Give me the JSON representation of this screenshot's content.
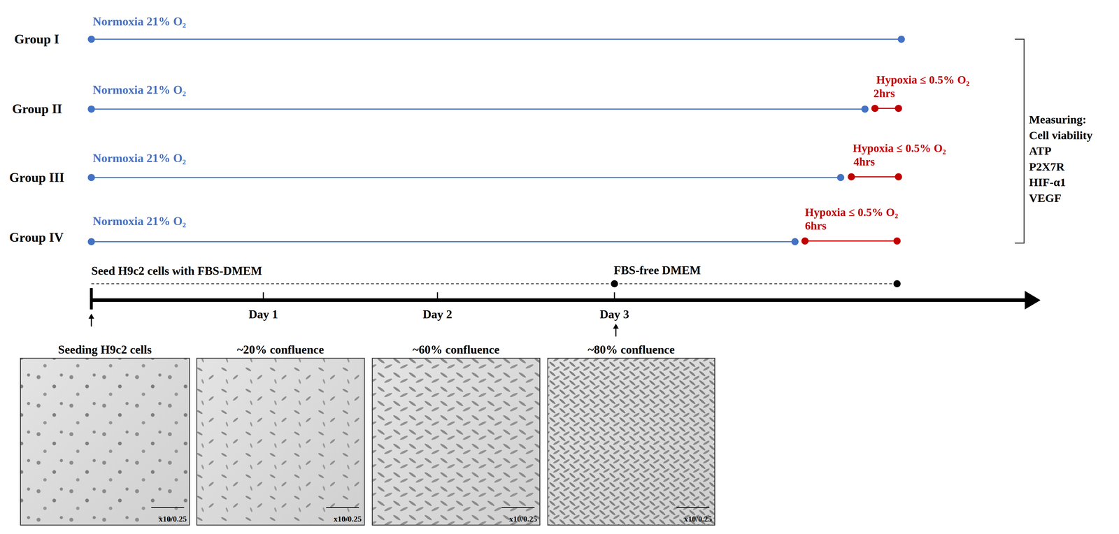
{
  "diagram": {
    "nodes": [
      {
        "text": [
          "Seeding H9c2 cells",
          "x10/0.25"
        ]
      },
      {
        "text": [
          "~20% confluence",
          "x10/0.25"
        ]
      },
      {
        "text": [
          "~60% confluence",
          "x10/0.25"
        ]
      },
      {
        "text": [
          "~80% confluence",
          "x10/0.25"
        ]
      }
    ],
    "labels": [
      "Group I",
      "Normoxia 21% O₂",
      "Group II",
      "Normoxia 21% O₂",
      "Hypoxia ≤ 0.5% O₂",
      "2hrs",
      "Group III",
      "Normoxia 21% O₂",
      "Hypoxia ≤ 0.5% O₂",
      "4hrs",
      "Group IV",
      "Normoxia 21% O₂",
      "Hypoxia ≤ 0.5% O₂",
      "6hrs",
      "Measuring:",
      "Cell viability",
      "ATP",
      "P2X7R",
      "HIF-α1",
      "VEGF",
      "Seed H9c2 cells with FBS-DMEM",
      "FBS-free DMEM",
      "Day 1",
      "Day 2",
      "Day 3"
    ]
  }
}
